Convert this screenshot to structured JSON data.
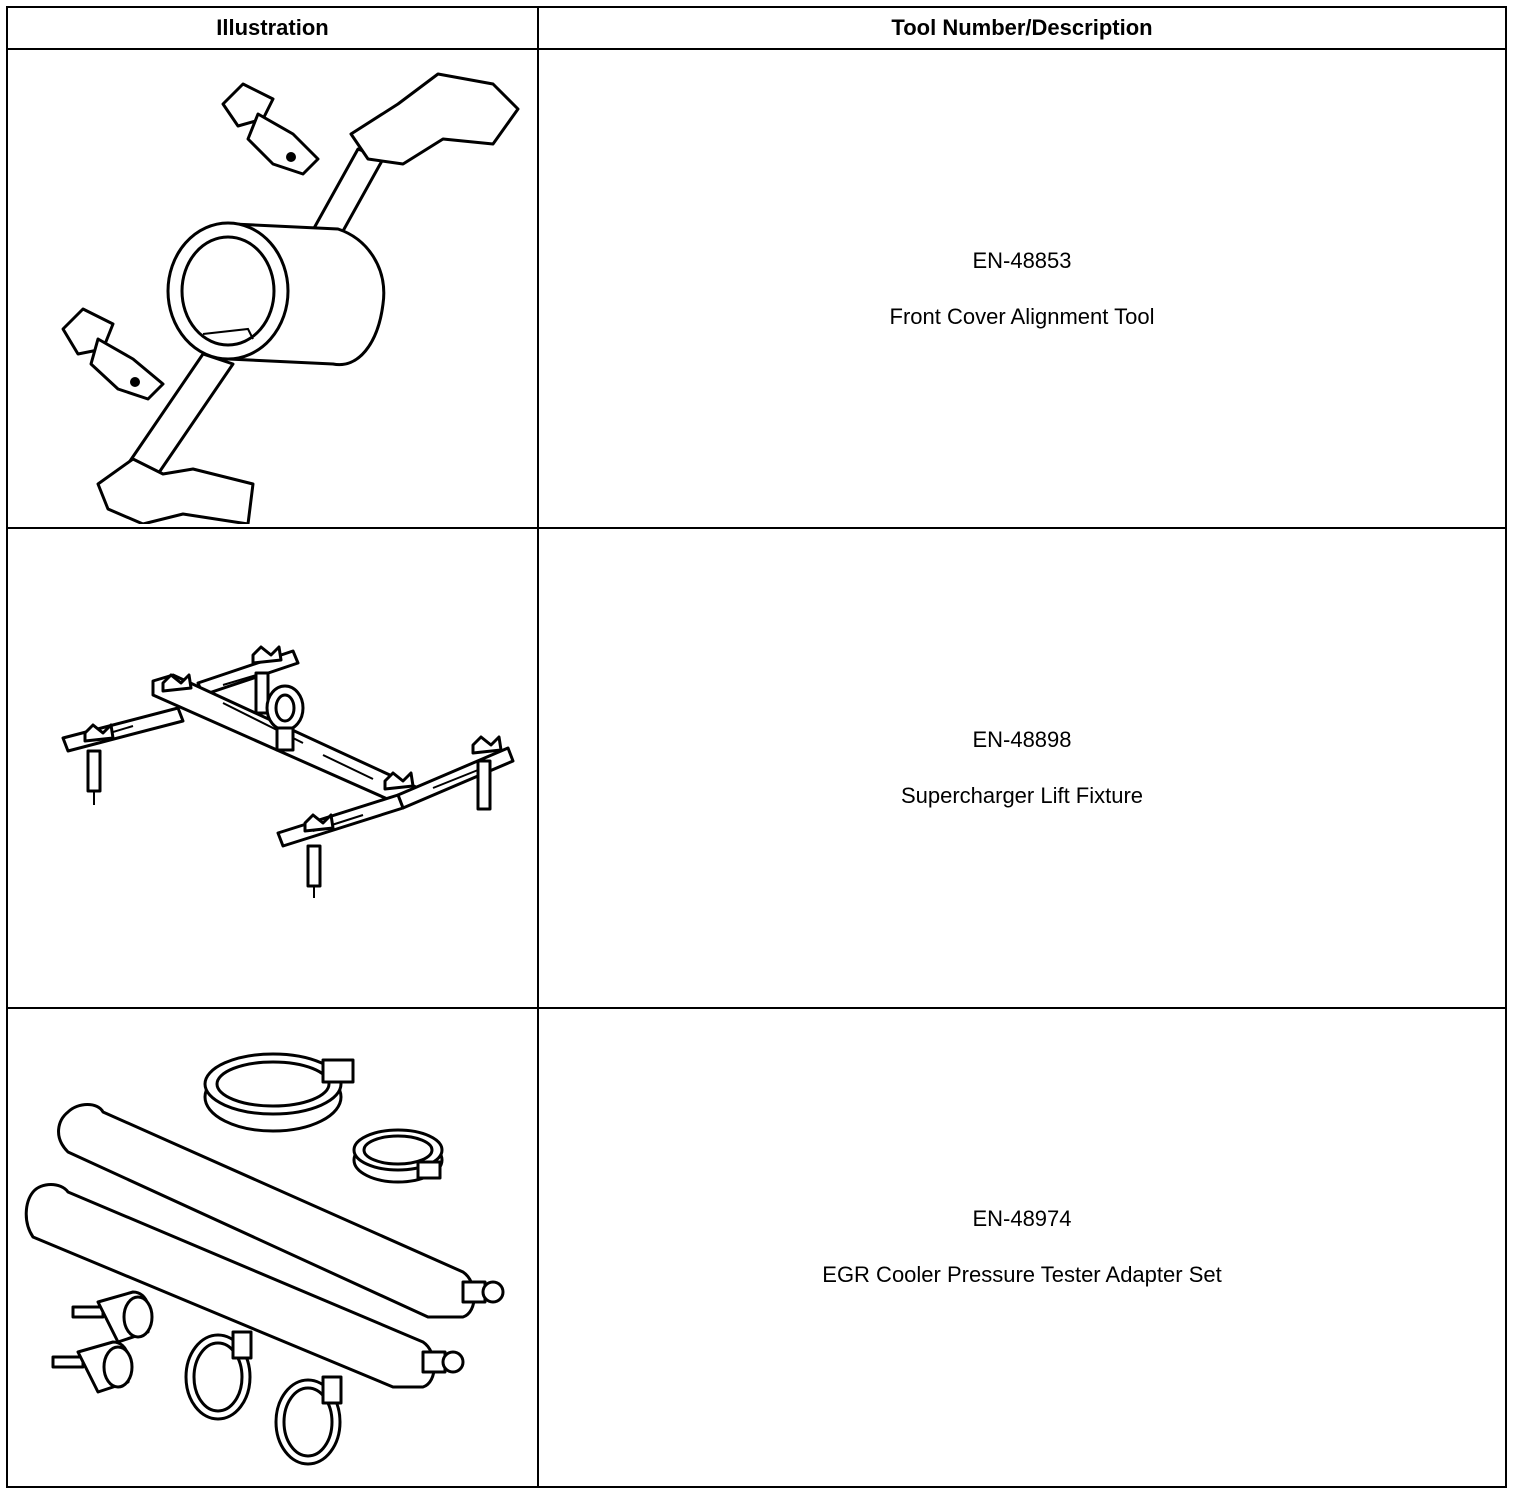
{
  "table": {
    "headers": [
      "Illustration",
      "Tool Number/Description"
    ],
    "rows": [
      {
        "number": "EN-48853",
        "description": "Front Cover Alignment Tool",
        "icon": "front-cover-alignment-tool-icon"
      },
      {
        "number": "EN-48898",
        "description": "Supercharger Lift Fixture",
        "icon": "supercharger-lift-fixture-icon"
      },
      {
        "number": "EN-48974",
        "description": "EGR Cooler Pressure Tester Adapter Set",
        "icon": "egr-cooler-adapter-set-icon"
      }
    ]
  }
}
